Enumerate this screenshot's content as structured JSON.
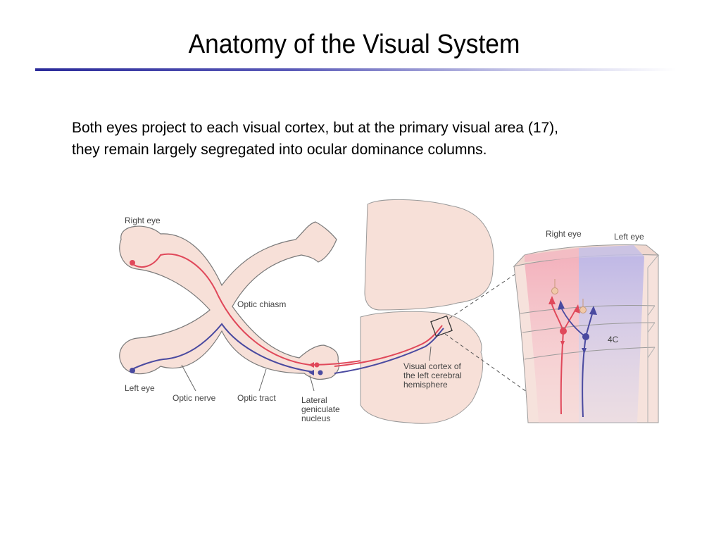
{
  "slide": {
    "title": "Anatomy of the Visual System",
    "body_lines": [
      "Both eyes project to each visual cortex, but at the primary visual area (17),",
      "they remain largely segregated into ocular dominance columns."
    ]
  },
  "figure": {
    "labels": {
      "right_eye": "Right eye",
      "left_eye": "Left eye",
      "optic_chiasm": "Optic chiasm",
      "optic_nerve": "Optic nerve",
      "optic_tract": "Optic tract",
      "lgn": [
        "Lateral",
        "geniculate",
        "nucleus"
      ],
      "visual_cortex": [
        "Visual cortex of",
        "the left cerebral",
        "hemisphere"
      ],
      "inset_right_eye": "Right eye",
      "inset_left_eye": "Left eye",
      "layer_4c": "4C"
    },
    "colors": {
      "right_eye_pathway": "#e0485a",
      "left_eye_pathway": "#4a4aa0",
      "tissue_fill": "#f7e0d8",
      "tissue_outline": "#888888",
      "right_eye_column": "#f3b8c2",
      "left_eye_column": "#c4c0e6"
    }
  }
}
